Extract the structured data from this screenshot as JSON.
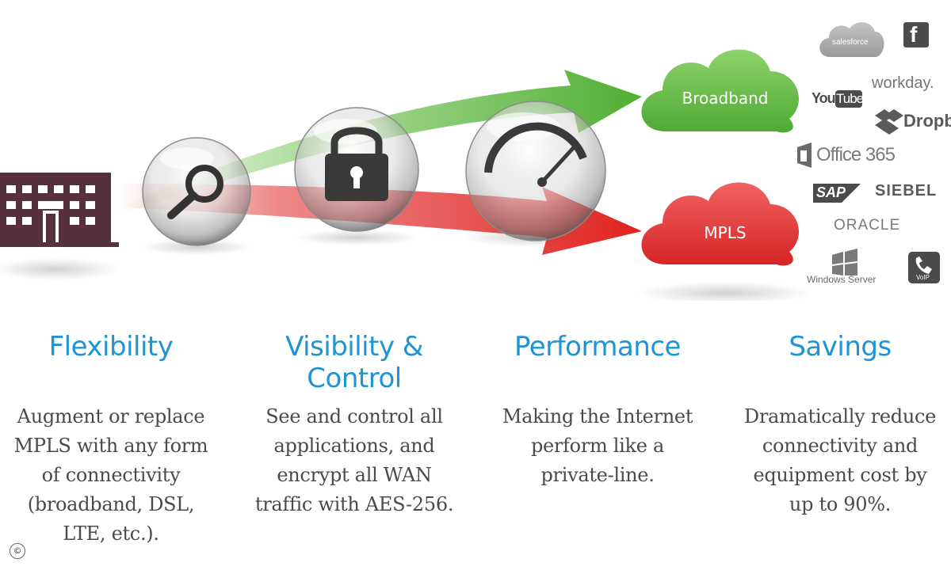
{
  "clouds": {
    "broadband": "Broadband",
    "mpls": "MPLS"
  },
  "logos": {
    "salesforce": "salesforce",
    "facebook": "f",
    "youtube_you": "You",
    "youtube_tube": "Tube",
    "workday": "workday.",
    "dropbox": "Dropbox",
    "office365": "Office 365",
    "sap": "SAP",
    "siebel": "SIEBEL",
    "oracle": "ORACLE",
    "windows_server": "Windows Server",
    "voip": "VoIP"
  },
  "columns": [
    {
      "heading_lines": [
        "Flexibility"
      ],
      "desc_lines": [
        "Augment or replace",
        "MPLS with any form",
        "of connectivity",
        "(broadband, DSL,",
        "LTE, etc.)."
      ]
    },
    {
      "heading_lines": [
        "Visibility &",
        "Control"
      ],
      "desc_lines": [
        "See and control all",
        "applications, and",
        "encrypt all WAN",
        "traffic with AES-256."
      ]
    },
    {
      "heading_lines": [
        "Performance"
      ],
      "desc_lines": [
        "Making the Internet",
        "perform like a",
        "private-line."
      ]
    },
    {
      "heading_lines": [
        "Savings"
      ],
      "desc_lines": [
        "Dramatically reduce",
        "connectivity and",
        "equipment cost by",
        "up to 90%."
      ]
    }
  ],
  "copyright": "©",
  "colors": {
    "heading": "#1f93d4",
    "broadband_green": "#6cbf4b",
    "mpls_red": "#e23b3b",
    "building": "#55303d"
  }
}
